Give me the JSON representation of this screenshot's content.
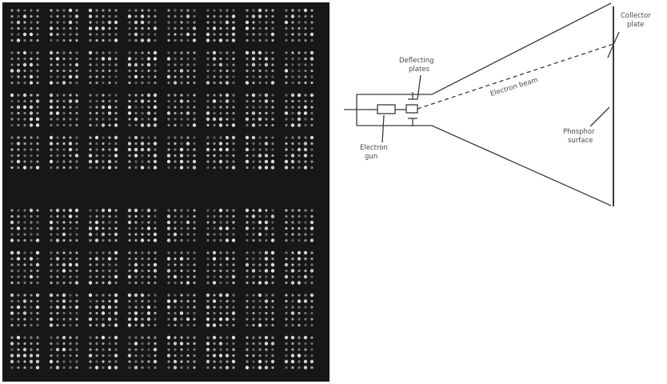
{
  "photo": {
    "description_name": "williams-tube-storage-pattern",
    "dot_color": "#e6e6e6",
    "background_color": "#171717"
  },
  "diagram": {
    "line_color": "#3a3a3a",
    "labels": {
      "collector_plate": [
        "Collector",
        "plate"
      ],
      "deflecting_plates": [
        "Deflecting",
        "plates"
      ],
      "electron_beam": "Electron beam",
      "phosphor_surface": [
        "Phosphor",
        "surface"
      ],
      "electron_gun": [
        "Electron",
        "gun"
      ]
    }
  }
}
